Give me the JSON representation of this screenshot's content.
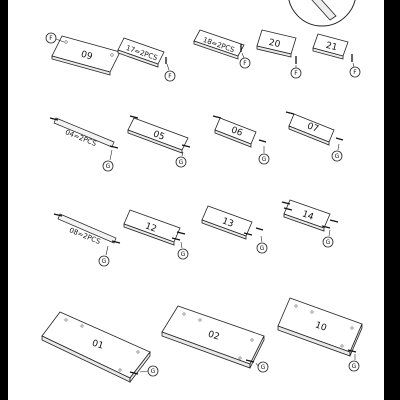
{
  "diagram": {
    "fastener_letters": {
      "F": "F",
      "G": "G"
    },
    "row1": [
      {
        "id": "p09",
        "label": "09"
      },
      {
        "id": "p17",
        "label": "17=2PCS"
      },
      {
        "id": "p18",
        "label": "18=2PCS"
      },
      {
        "id": "p20",
        "label": "20"
      },
      {
        "id": "p21",
        "label": "21"
      }
    ],
    "row2": [
      {
        "id": "p04",
        "label": "04=2PCS"
      },
      {
        "id": "p05",
        "label": "05"
      },
      {
        "id": "p06",
        "label": "06"
      },
      {
        "id": "p07",
        "label": "07"
      }
    ],
    "row3": [
      {
        "id": "p08",
        "label": "08=2PCS"
      },
      {
        "id": "p12",
        "label": "12"
      },
      {
        "id": "p13",
        "label": "13"
      },
      {
        "id": "p14",
        "label": "14"
      }
    ],
    "row4": [
      {
        "id": "p01",
        "label": "01"
      },
      {
        "id": "p02",
        "label": "02"
      },
      {
        "id": "p10",
        "label": "10"
      }
    ]
  }
}
